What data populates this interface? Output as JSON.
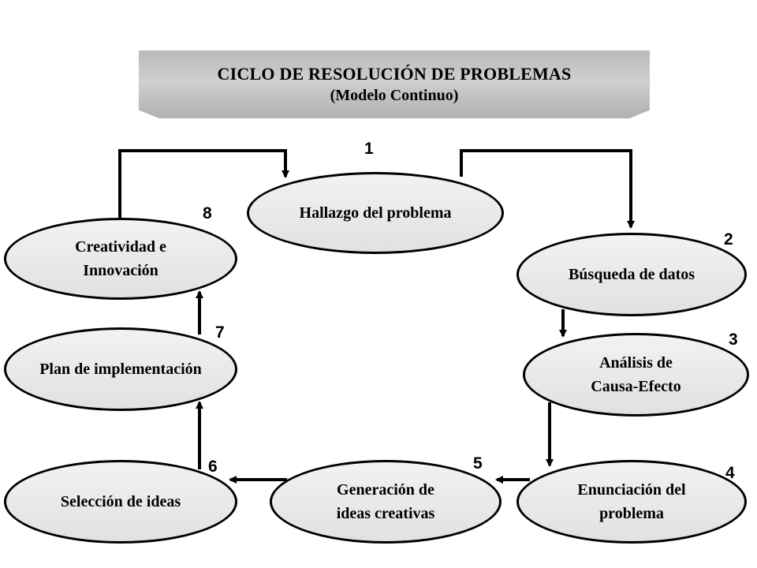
{
  "title": {
    "main": "CICLO DE RESOLUCIÓN DE PROBLEMAS",
    "sub": "(Modelo Continuo)"
  },
  "steps": [
    {
      "number": "1",
      "lines": [
        "Hallazgo del problema"
      ]
    },
    {
      "number": "2",
      "lines": [
        "Búsqueda de datos"
      ]
    },
    {
      "number": "3",
      "lines": [
        "Análisis de",
        "Causa-Efecto"
      ]
    },
    {
      "number": "4",
      "lines": [
        "Enunciación del",
        "problema"
      ]
    },
    {
      "number": "5",
      "lines": [
        "Generación de",
        "ideas creativas"
      ]
    },
    {
      "number": "6",
      "lines": [
        "Selección de ideas"
      ]
    },
    {
      "number": "7",
      "lines": [
        "Plan de implementación"
      ]
    },
    {
      "number": "8",
      "lines": [
        "Creatividad e",
        "Innovación"
      ]
    }
  ],
  "colors": {
    "node_fill": "#e8e8e8",
    "banner_fill": "#c4c4c4",
    "stroke": "#000000"
  }
}
